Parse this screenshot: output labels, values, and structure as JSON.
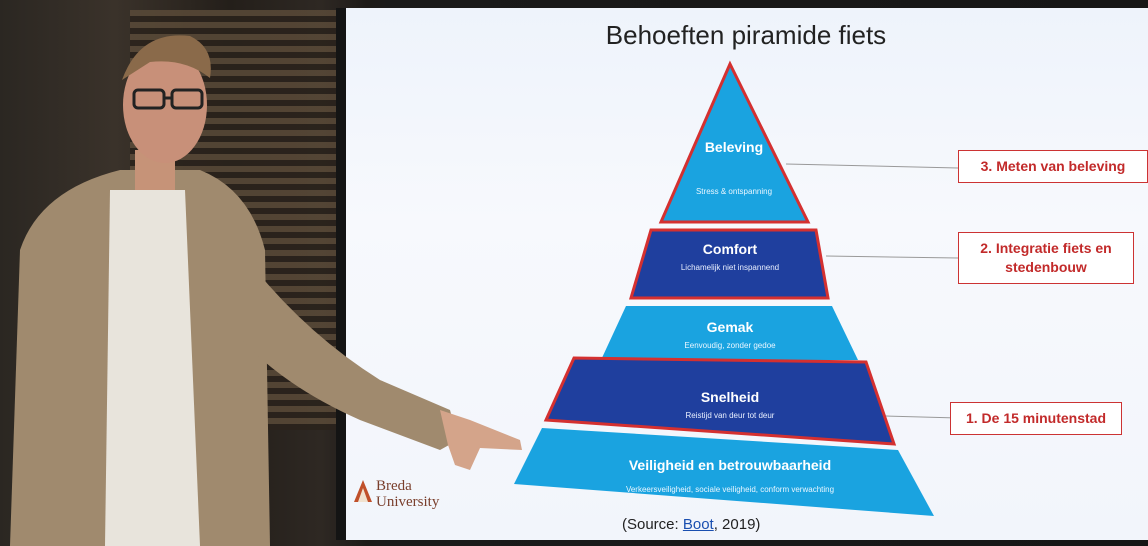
{
  "slide": {
    "title": "Behoeften piramide fiets",
    "source_prefix": "(Source: ",
    "source_link": "Boot",
    "source_suffix": ", 2019)",
    "logo_line1": "Breda",
    "logo_line2": "University"
  },
  "pyramid": [
    {
      "title": "Beleving",
      "subtitle": "Stress & ontspanning",
      "color": "#1aa3e0"
    },
    {
      "title": "Comfort",
      "subtitle": "Lichamelijk niet inspannend",
      "color": "#1f3f9e"
    },
    {
      "title": "Gemak",
      "subtitle": "Eenvoudig, zonder gedoe",
      "color": "#1aa3e0"
    },
    {
      "title": "Snelheid",
      "subtitle": "Reistijd van deur tot deur",
      "color": "#1f3f9e"
    },
    {
      "title": "Veiligheid en betrouwbaarheid",
      "subtitle": "Verkeersveiligheid, sociale veiligheid, conform verwachting",
      "color": "#1aa3e0"
    }
  ],
  "callouts": {
    "c1": "3. Meten van beleving",
    "c2a": "2. Integratie fiets en",
    "c2b": "stedenbouw",
    "c3": "1. De 15 minutenstad"
  },
  "colors": {
    "highlight": "#d43030",
    "light_blue": "#1aa3e0",
    "dark_blue": "#1f3f9e"
  }
}
